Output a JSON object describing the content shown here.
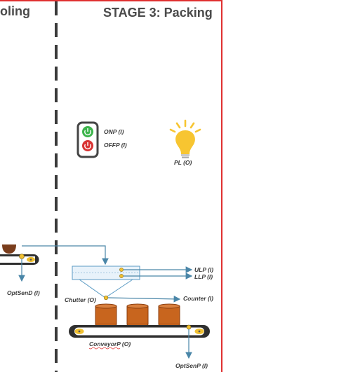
{
  "stages": {
    "prev_title": "oling",
    "current_title": "STAGE 3: Packing"
  },
  "labels": {
    "onp": "ONP (I)",
    "offp": "OFFP (I)",
    "pl": "PL (O)",
    "optsend": "OptSenD (I)",
    "ulp": "ULP (I)",
    "llp": "LLP (I)",
    "chutter": "Chutter (O)",
    "counter": "Counter (I)",
    "conveyorp": "ConveyorP (O)",
    "optsenp": "OptSenP (I)"
  },
  "colors": {
    "frame_red": "#e03030",
    "divider": "#3a3a3a",
    "arrow": "#4a86a8",
    "box": "#e8f2fa",
    "box_stroke": "#5b9bc4",
    "barrel": "#c8651e",
    "barrel_dark": "#8b3e0f",
    "bulb": "#f7c531",
    "belt": "#2f2f2f",
    "roller": "#f0c030",
    "switch_on": "#3cb44b",
    "switch_off": "#d93333"
  },
  "icons": {
    "on_button": "power-on-icon",
    "off_button": "power-off-icon",
    "lamp": "light-bulb-icon",
    "bowl": "bowl-icon"
  }
}
